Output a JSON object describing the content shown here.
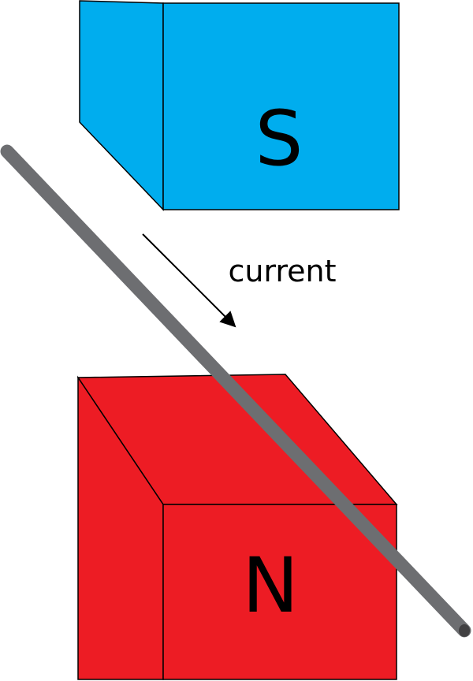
{
  "labels": {
    "south_pole": "S",
    "north_pole": "N",
    "current": "current"
  },
  "colors": {
    "south_magnet": "#00adee",
    "north_magnet": "#ed1c24",
    "wire": "#6d6e71",
    "wire_end": "#414042",
    "outline": "#000000",
    "text": "#000000",
    "background": "#ffffff"
  }
}
